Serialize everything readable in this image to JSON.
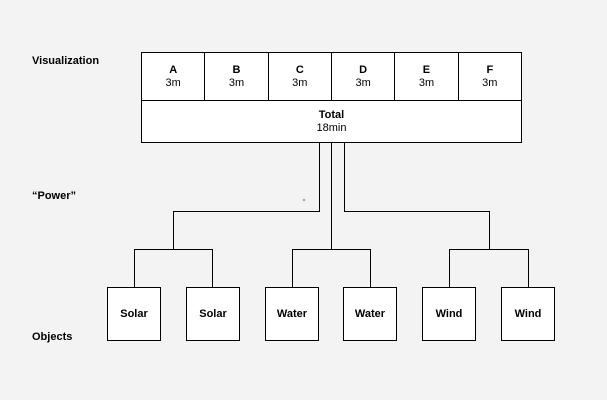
{
  "labels": {
    "visualization": "Visualization",
    "power": "“Power”",
    "objects": "Objects"
  },
  "segments": [
    {
      "name": "A",
      "time": "3m"
    },
    {
      "name": "B",
      "time": "3m"
    },
    {
      "name": "C",
      "time": "3m"
    },
    {
      "name": "D",
      "time": "3m"
    },
    {
      "name": "E",
      "time": "3m"
    },
    {
      "name": "F",
      "time": "3m"
    }
  ],
  "total": {
    "name": "Total",
    "time": "18min"
  },
  "objects": [
    "Solar",
    "Solar",
    "Water",
    "Water",
    "Wind",
    "Wind"
  ]
}
